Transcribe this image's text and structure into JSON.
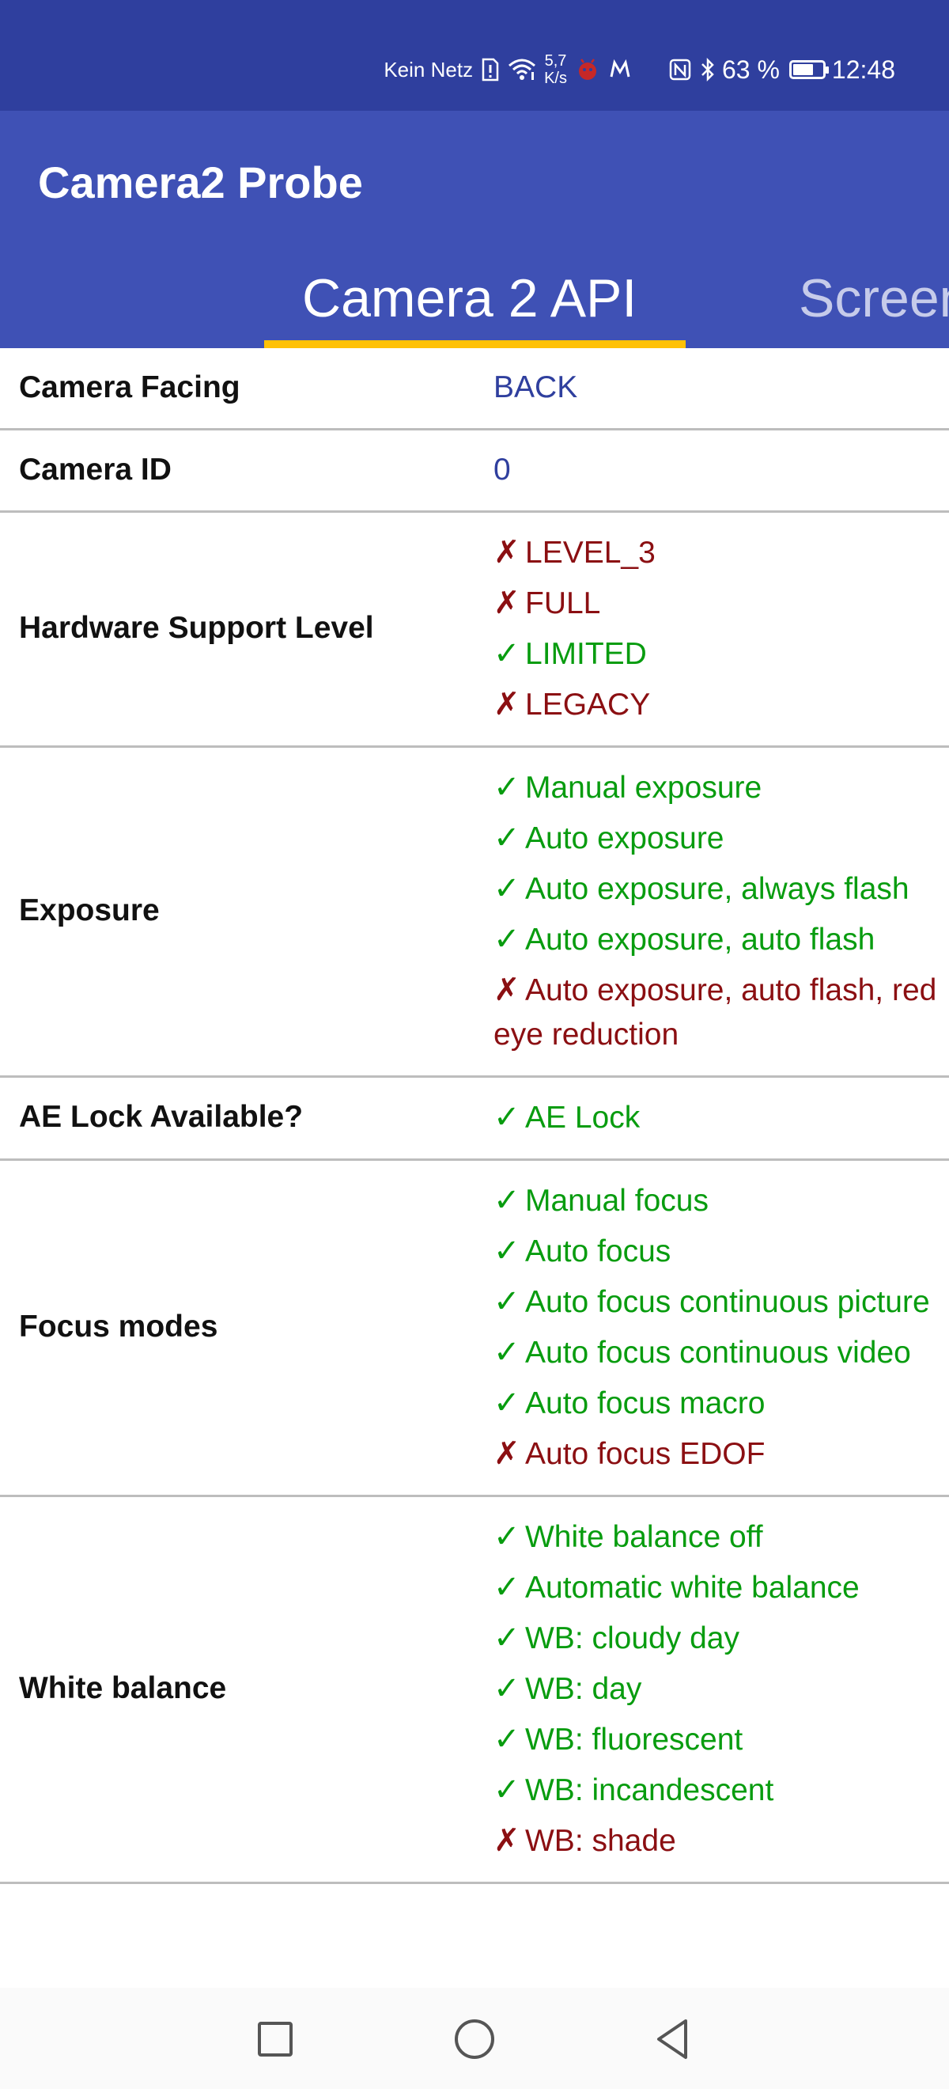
{
  "status_bar": {
    "carrier": "Kein Netz",
    "speed_value": "5,7",
    "speed_unit": "K/s",
    "battery": "63 %",
    "time": "12:48"
  },
  "app": {
    "title": "Camera2 Probe"
  },
  "tabs": [
    {
      "label": "Camera 2 API",
      "active": true
    },
    {
      "label": "Screen",
      "active": false
    }
  ],
  "colors": {
    "status_bar": "#2f3f9e",
    "app_bar": "#3f51b5",
    "tab_indicator": "#ffc107",
    "supported": "#089c0f",
    "unsupported": "#8b0f12",
    "value_text": "#2f3f9e"
  },
  "rows": [
    {
      "label": "Camera Facing",
      "value": "BACK"
    },
    {
      "label": "Camera ID",
      "value": "0"
    },
    {
      "label": "Hardware Support Level",
      "items": [
        {
          "mark": "✗",
          "text": "LEVEL_3",
          "supported": false
        },
        {
          "mark": "✗",
          "text": "FULL",
          "supported": false
        },
        {
          "mark": "✓",
          "text": "LIMITED",
          "supported": true
        },
        {
          "mark": "✗",
          "text": "LEGACY",
          "supported": false
        }
      ]
    },
    {
      "label": "Exposure",
      "items": [
        {
          "mark": "✓",
          "text": "Manual exposure",
          "supported": true
        },
        {
          "mark": "✓",
          "text": "Auto exposure",
          "supported": true
        },
        {
          "mark": "✓",
          "text": "Auto exposure, always flash",
          "supported": true
        },
        {
          "mark": "✓",
          "text": "Auto exposure, auto flash",
          "supported": true
        },
        {
          "mark": "✗",
          "text": "Auto exposure, auto flash, red eye reduction",
          "supported": false
        }
      ]
    },
    {
      "label": "AE Lock Available?",
      "items": [
        {
          "mark": "✓",
          "text": "AE Lock",
          "supported": true
        }
      ]
    },
    {
      "label": "Focus modes",
      "items": [
        {
          "mark": "✓",
          "text": "Manual focus",
          "supported": true
        },
        {
          "mark": "✓",
          "text": "Auto focus",
          "supported": true
        },
        {
          "mark": "✓",
          "text": "Auto focus continuous picture",
          "supported": true
        },
        {
          "mark": "✓",
          "text": "Auto focus continuous video",
          "supported": true
        },
        {
          "mark": "✓",
          "text": "Auto focus macro",
          "supported": true
        },
        {
          "mark": "✗",
          "text": "Auto focus EDOF",
          "supported": false
        }
      ]
    },
    {
      "label": "White balance",
      "items": [
        {
          "mark": "✓",
          "text": "White balance off",
          "supported": true
        },
        {
          "mark": "✓",
          "text": "Automatic white balance",
          "supported": true
        },
        {
          "mark": "✓",
          "text": "WB: cloudy day",
          "supported": true
        },
        {
          "mark": "✓",
          "text": "WB: day",
          "supported": true
        },
        {
          "mark": "✓",
          "text": "WB: fluorescent",
          "supported": true
        },
        {
          "mark": "✓",
          "text": "WB: incandescent",
          "supported": true
        },
        {
          "mark": "✗",
          "text": "WB: shade",
          "supported": false
        }
      ]
    }
  ],
  "nav": {
    "recents_icon": "square-icon",
    "home_icon": "circle-icon",
    "back_icon": "triangle-back-icon"
  }
}
